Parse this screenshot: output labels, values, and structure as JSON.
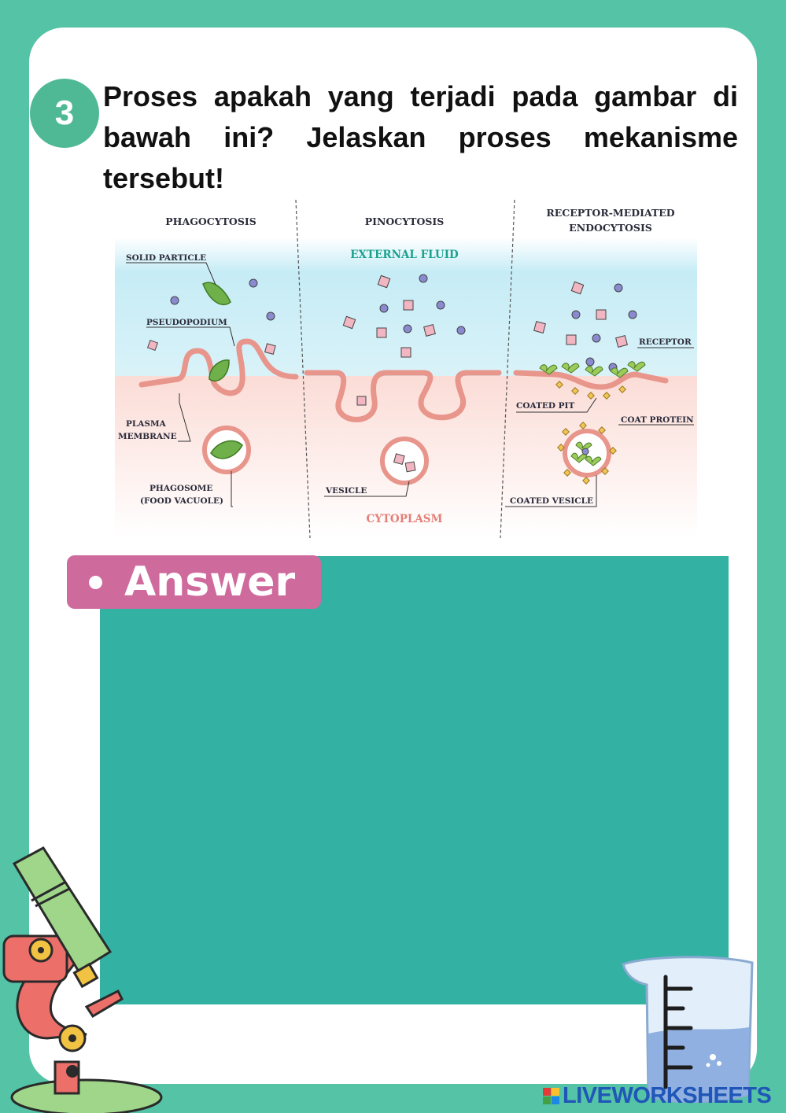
{
  "question": {
    "number": "3",
    "text": "Proses apakah yang terjadi pada gambar di bawah ini? Jelaskan proses mekanisme tersebut!"
  },
  "diagram": {
    "headers": {
      "phagocytosis": "PHAGOCYTOSIS",
      "pinocytosis": "PINOCYTOSIS",
      "receptor_line1": "RECEPTOR-MEDIATED",
      "receptor_line2": "ENDOCYTOSIS"
    },
    "labels": {
      "external_fluid": "EXTERNAL FLUID",
      "cytoplasm": "CYTOPLASM",
      "solid_particle": "SOLID PARTICLE",
      "pseudopodium": "PSEUDOPODIUM",
      "plasma_line1": "PLASMA",
      "plasma_line2": "MEMBRANE",
      "phagosome_line1": "PHAGOSOME",
      "phagosome_line2": "(FOOD VACUOLE)",
      "vesicle": "VESICLE",
      "receptor": "RECEPTOR",
      "coated_pit": "COATED PIT",
      "coat_protein": "COAT PROTEIN",
      "coated_vesicle": "COATED VESICLE"
    },
    "colors": {
      "membrane": "#e8958c",
      "external": "#c8ecf4",
      "cytoplasm": "#fbe3df",
      "particle_green": "#6fb04a",
      "pink_cube": "#f2b6c2",
      "purple_dot": "#8a8ad0"
    }
  },
  "answer": {
    "label": "Answer",
    "box_color": "#33b2a4",
    "label_color": "#cf6a9d"
  },
  "branding": {
    "logo_letters": [
      "L",
      "I",
      "V",
      "E"
    ],
    "text": "LIVEWORKSHEETS"
  }
}
